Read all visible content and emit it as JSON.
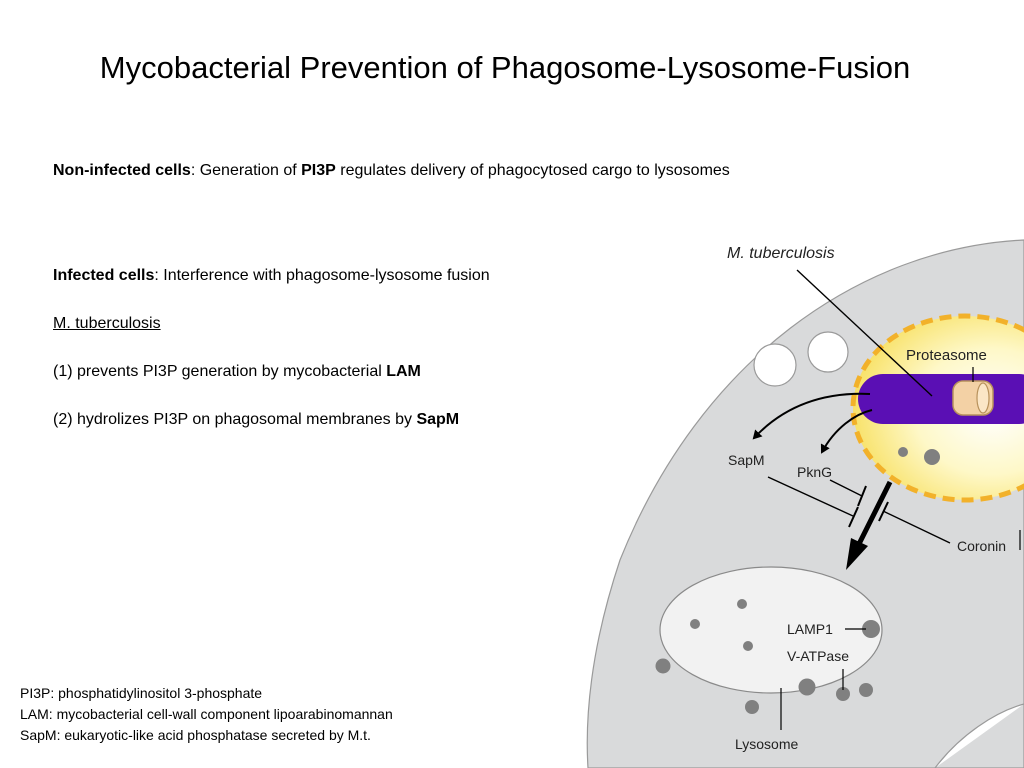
{
  "title": "Mycobacterial Prevention of Phagosome-Lysosome-Fusion",
  "non_infected": {
    "label": "Non-infected cells",
    "text_a": ": Generation of ",
    "bold": "PI3P",
    "text_b": " regulates delivery of phagocytosed cargo to lysosomes"
  },
  "infected": {
    "label": "Infected cells",
    "text": ": Interference with phagosome-lysosome fusion"
  },
  "mtb_heading": "M. tuberculosis",
  "point1": {
    "text": "(1) prevents PI3P generation by mycobacterial ",
    "bold": "LAM"
  },
  "point2": {
    "text": "(2) hydrolizes PI3P on phagosomal membranes by ",
    "bold": "SapM"
  },
  "footnotes": [
    "PI3P: phosphatidylinositol 3-phosphate",
    "LAM: mycobacterial cell-wall component lipoarabinomannan",
    "SapM: eukaryotic-like acid phosphatase secreted by M.t."
  ],
  "diagram": {
    "labels": {
      "mtb": "M. tuberculosis",
      "proteasome": "Proteasome",
      "sapm": "SapM",
      "pkng": "PknG",
      "coronin": "Coronin",
      "lamp1": "LAMP1",
      "vatpase": "V-ATPase",
      "lysosome": "Lysosome"
    },
    "colors": {
      "cell_fill": "#d9dadb",
      "phagosome_fill": "#fbef9a",
      "phagosome_border": "#f2b12a",
      "bacterium": "#5a0fb4",
      "proteasome_fill": "#f3d1a5",
      "dots": "#808080"
    }
  }
}
